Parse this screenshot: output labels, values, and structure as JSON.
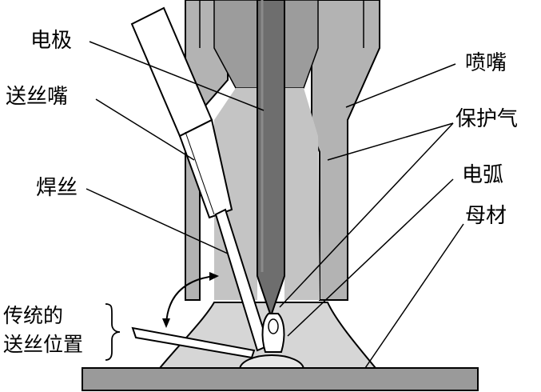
{
  "labels": {
    "electrode": "电极",
    "feed_nozzle": "送丝嘴",
    "wire": "焊丝",
    "nozzle": "喷嘴",
    "shield_gas": "保护气",
    "arc": "电弧",
    "base_metal": "母材",
    "traditional_line1": "传统的",
    "traditional_line2": "送丝位置"
  },
  "colors": {
    "outline": "#000000",
    "nozzle_gray": "#b3b3b3",
    "electrode_gray": "#6e6e6e",
    "gas_gray": "#d6d6d6",
    "base_gray": "#9a9a9a",
    "background": "#ffffff"
  }
}
